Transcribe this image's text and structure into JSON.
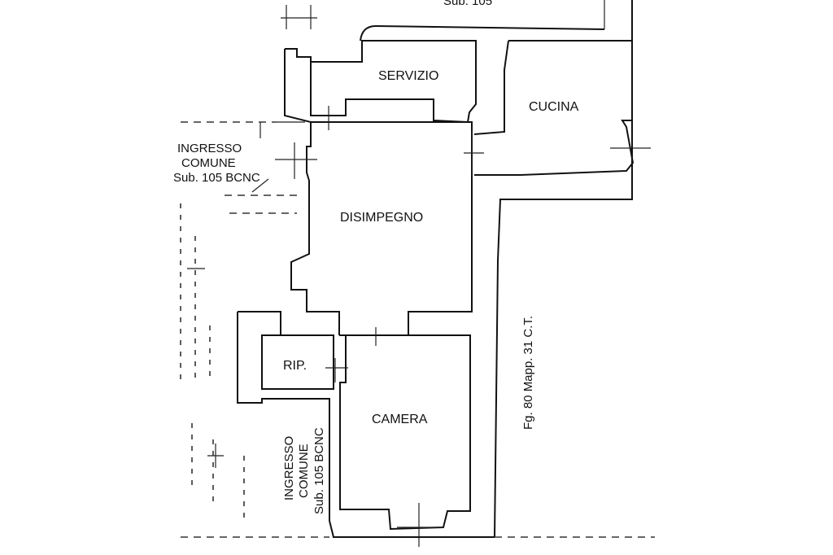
{
  "labels": {
    "top_sub": "Sub. 105",
    "servizio": "SERVIZIO",
    "cucina": "CUCINA",
    "ingresso_top_1": "INGRESSO",
    "ingresso_top_2": "COMUNE",
    "ingresso_top_3": "Sub. 105 BCNC",
    "disimpegno": "DISIMPEGNO",
    "rip": "RIP.",
    "camera": "CAMERA",
    "ingresso_bottom_1": "INGRESSO",
    "ingresso_bottom_2": "COMUNE",
    "ingresso_bottom_3": "Sub. 105 BCNC",
    "mapp": "Fg. 80 Mapp. 31 C.T."
  }
}
